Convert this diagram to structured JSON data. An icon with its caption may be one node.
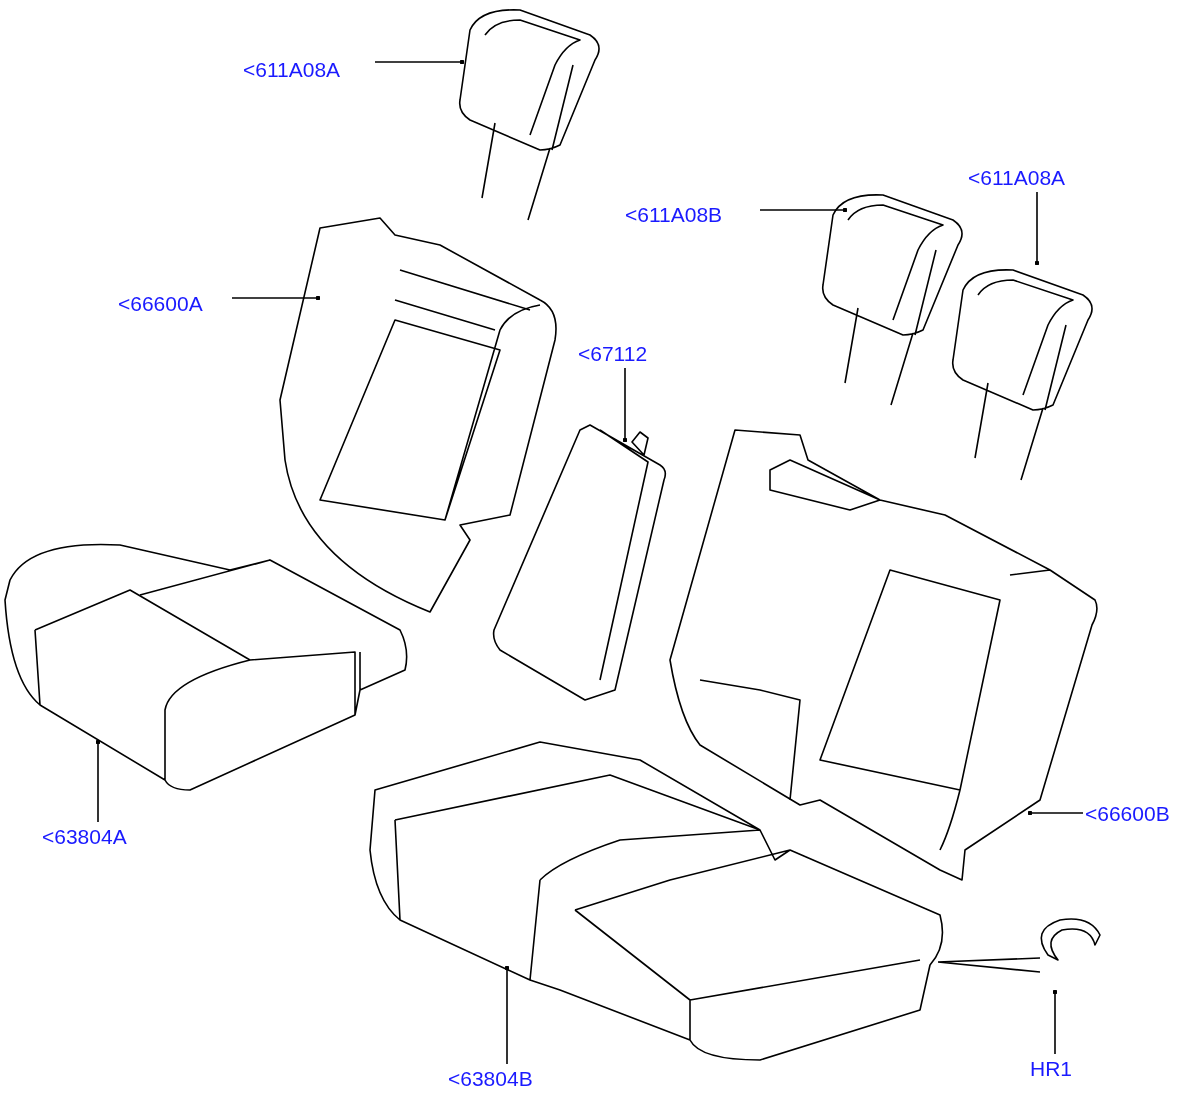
{
  "diagram": {
    "nodes": [
      {
        "text": [
          "<611A08A"
        ]
      },
      {
        "text": [],
        "shape": "picture"
      },
      {
        "text": [
          "<611A08B"
        ]
      },
      {
        "text": [],
        "shape": "picture"
      },
      {
        "text": [
          "<611A08A"
        ]
      },
      {
        "text": [],
        "shape": "picture"
      },
      {
        "text": [
          "<66600A"
        ]
      },
      {
        "text": [],
        "shape": "picture"
      },
      {
        "text": [
          "<67112"
        ]
      },
      {
        "text": [],
        "shape": "picture"
      },
      {
        "text": [
          "<63804A"
        ]
      },
      {
        "text": [],
        "shape": "picture"
      },
      {
        "text": [
          "<66600B"
        ]
      },
      {
        "text": [],
        "shape": "picture"
      },
      {
        "text": [
          "<63804B"
        ]
      },
      {
        "text": [],
        "shape": "picture"
      },
      {
        "text": [
          "HR1"
        ]
      },
      {
        "text": [],
        "shape": "picture"
      }
    ],
    "edges": [
      {
        "from": 0,
        "to": 1,
        "arrow": "other"
      },
      {
        "from": 2,
        "to": 3,
        "arrow": "other"
      },
      {
        "from": 4,
        "to": 5,
        "arrow": "other"
      },
      {
        "from": 6,
        "to": 7,
        "arrow": "other"
      },
      {
        "from": 8,
        "to": 9,
        "arrow": "other"
      },
      {
        "from": 10,
        "to": 11,
        "arrow": "other"
      },
      {
        "from": 12,
        "to": 13,
        "arrow": "other"
      },
      {
        "from": 14,
        "to": 15,
        "arrow": "other"
      },
      {
        "from": 16,
        "to": 17,
        "arrow": "other"
      },
      {
        "from": 17,
        "to": 15,
        "arrow": "none"
      }
    ]
  }
}
